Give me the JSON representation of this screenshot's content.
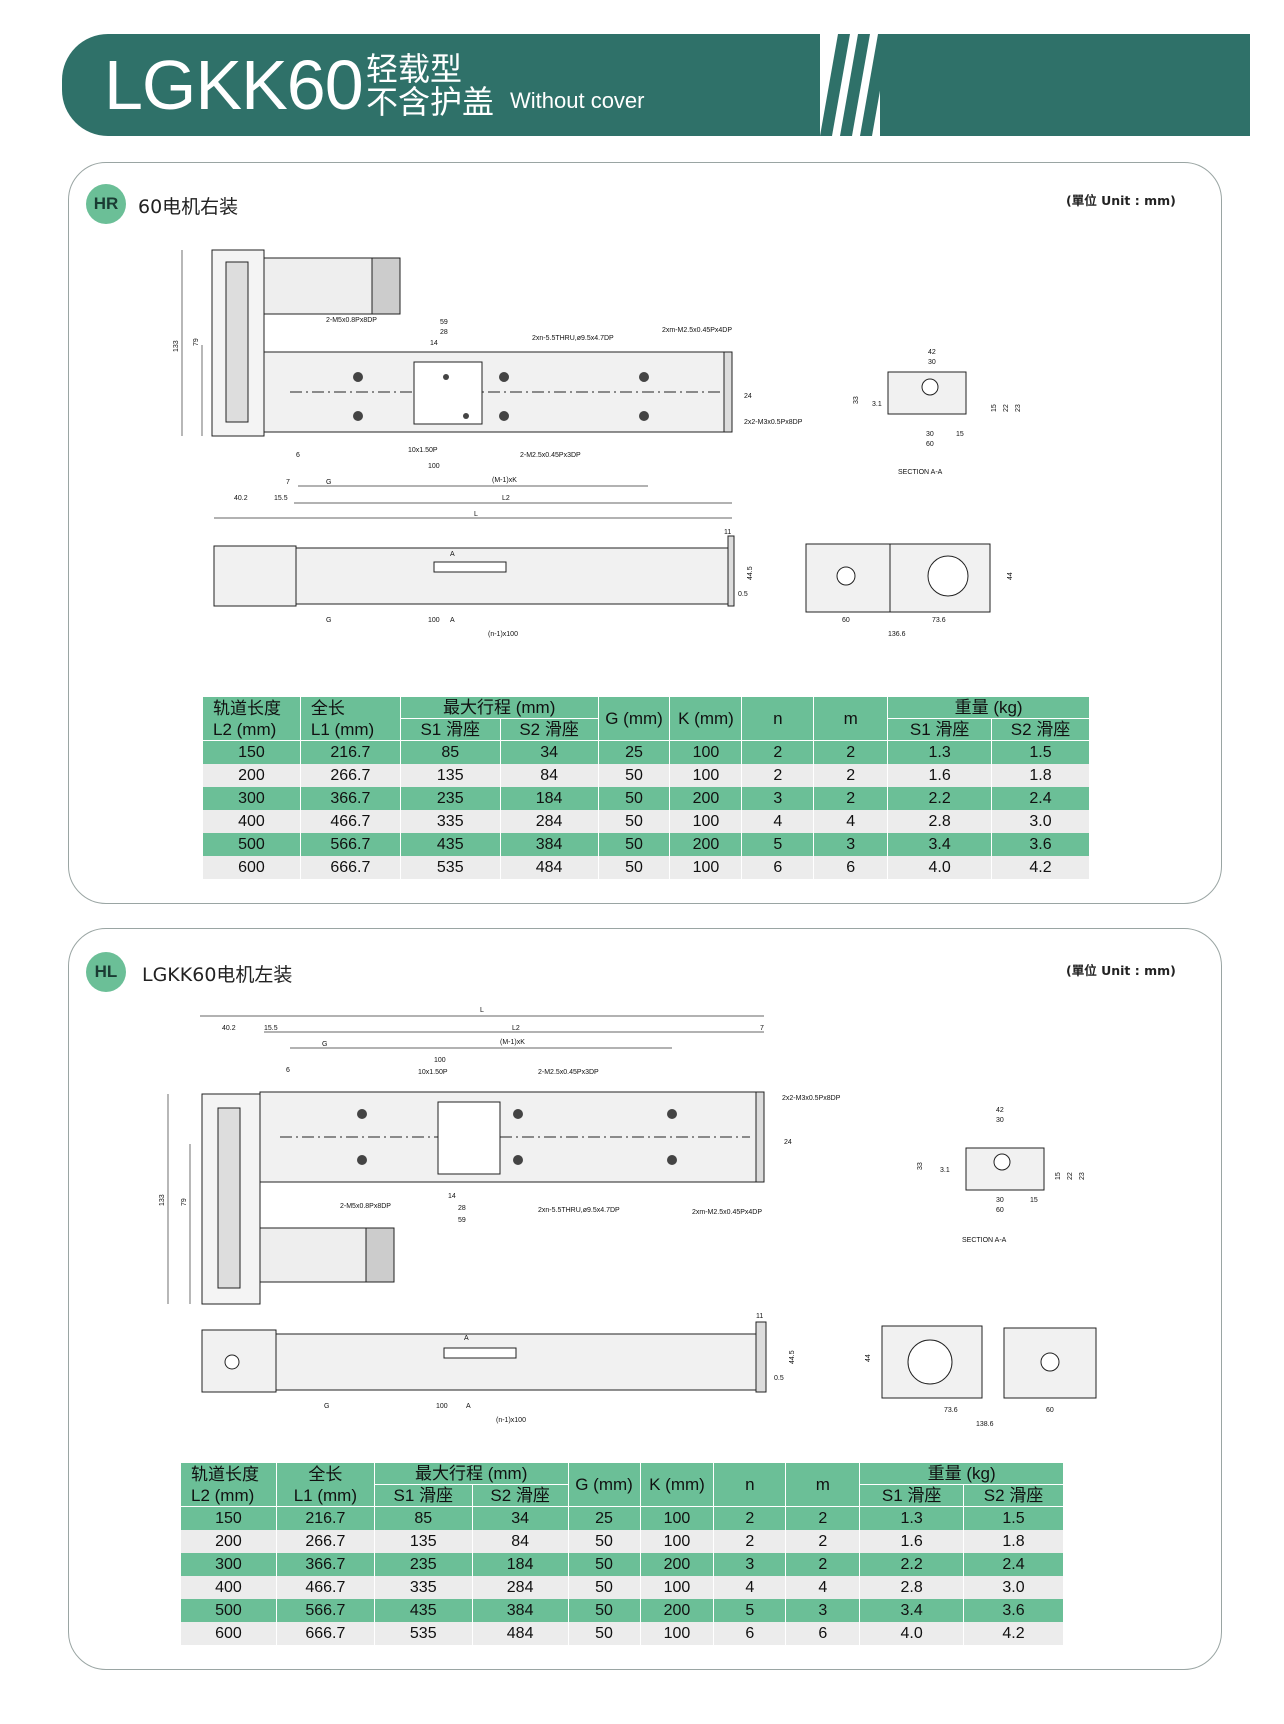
{
  "header": {
    "model": "LGKK60",
    "type_cn": "轻载型",
    "cover_cn": "不含护盖",
    "cover_en": "Without cover"
  },
  "colors": {
    "brand_dark": "#2f7169",
    "table_green": "#6bbf97",
    "row_grey": "#ececec"
  },
  "sections": [
    {
      "badge": "HR",
      "title": "60电机右装",
      "unit": "(單位 Unit : mm)",
      "drawing_labels": {
        "h133": "133",
        "h79": "79",
        "d59": "59",
        "d28": "28",
        "d14": "14",
        "m5": "2-M5x0.8Px8DP",
        "thru": "2xn-5.5THRU,ø9.5x4.7DP",
        "m25n": "2xm-M2.5x0.45Px4DP",
        "d24": "24",
        "m3": "2x2-M3x0.5Px8DP",
        "p10": "10x1.50P",
        "m25": "2-M2.5x0.45Px3DP",
        "d100": "100",
        "d6": "6",
        "d7": "7",
        "g": "G",
        "mk": "(M-1)xK",
        "d402": "40.2",
        "d155": "15.5",
        "l2": "L2",
        "l": "L",
        "d11": "11",
        "d445": "44.5",
        "d05": "0.5",
        "a": "A",
        "n100": "(n-1)x100",
        "d60": "60",
        "d736": "73.6",
        "d1366": "136.6",
        "d44": "44",
        "s42": "42",
        "s30": "30",
        "s33": "33",
        "s31": "3.1",
        "s15": "15",
        "s22": "22",
        "s23": "23",
        "s60": "60",
        "section": "SECTION A-A"
      },
      "table": {
        "h_l2": "轨道长度",
        "h_l2u": "L2 (mm)",
        "h_l1": "全长",
        "h_l1u": "L1 (mm)",
        "h_stroke": "最大行程 (mm)",
        "h_s1": "S1 滑座",
        "h_s2": "S2 滑座",
        "h_g": "G (mm)",
        "h_k": "K (mm)",
        "h_n": "n",
        "h_m": "m",
        "h_w": "重量 (kg)",
        "h_ws1": "S1 滑座",
        "h_ws2": "S2 滑座",
        "rows": [
          [
            "150",
            "216.7",
            "85",
            "34",
            "25",
            "100",
            "2",
            "2",
            "1.3",
            "1.5"
          ],
          [
            "200",
            "266.7",
            "135",
            "84",
            "50",
            "100",
            "2",
            "2",
            "1.6",
            "1.8"
          ],
          [
            "300",
            "366.7",
            "235",
            "184",
            "50",
            "200",
            "3",
            "2",
            "2.2",
            "2.4"
          ],
          [
            "400",
            "466.7",
            "335",
            "284",
            "50",
            "100",
            "4",
            "4",
            "2.8",
            "3.0"
          ],
          [
            "500",
            "566.7",
            "435",
            "384",
            "50",
            "200",
            "5",
            "3",
            "3.4",
            "3.6"
          ],
          [
            "600",
            "666.7",
            "535",
            "484",
            "50",
            "100",
            "6",
            "6",
            "4.0",
            "4.2"
          ]
        ]
      }
    },
    {
      "badge": "HL",
      "title": "LGKK60电机左装",
      "unit": "(單位 Unit : mm)",
      "drawing_labels": {
        "h133": "133",
        "h79": "79",
        "d59": "59",
        "d28": "28",
        "d14": "14",
        "m5": "2-M5x0.8Px8DP",
        "thru": "2xn-5.5THRU,ø9.5x4.7DP",
        "m25n": "2xm-M2.5x0.45Px4DP",
        "d24": "24",
        "m3": "2x2-M3x0.5Px8DP",
        "p10": "10x1.50P",
        "m25": "2-M2.5x0.45Px3DP",
        "d100": "100",
        "d6": "6",
        "d7": "7",
        "g": "G",
        "mk": "(M-1)xK",
        "d402": "40.2",
        "d155": "15.5",
        "l2": "L2",
        "l": "L",
        "d11": "11",
        "d445": "44.5",
        "d05": "0.5",
        "a": "A",
        "n100": "(n-1)x100",
        "d60": "60",
        "d736": "73.6",
        "d1366": "138.6",
        "d44": "44",
        "s42": "42",
        "s30": "30",
        "s33": "33",
        "s31": "3.1",
        "s15": "15",
        "s22": "22",
        "s23": "23",
        "s60": "60",
        "section": "SECTION A-A"
      },
      "table": {
        "h_l2": "轨道长度",
        "h_l2u": "L2 (mm)",
        "h_l1": "全长",
        "h_l1u": "L1 (mm)",
        "h_stroke": "最大行程 (mm)",
        "h_s1": "S1 滑座",
        "h_s2": "S2 滑座",
        "h_g": "G (mm)",
        "h_k": "K (mm)",
        "h_n": "n",
        "h_m": "m",
        "h_w": "重量 (kg)",
        "h_ws1": "S1 滑座",
        "h_ws2": "S2 滑座",
        "rows": [
          [
            "150",
            "216.7",
            "85",
            "34",
            "25",
            "100",
            "2",
            "2",
            "1.3",
            "1.5"
          ],
          [
            "200",
            "266.7",
            "135",
            "84",
            "50",
            "100",
            "2",
            "2",
            "1.6",
            "1.8"
          ],
          [
            "300",
            "366.7",
            "235",
            "184",
            "50",
            "200",
            "3",
            "2",
            "2.2",
            "2.4"
          ],
          [
            "400",
            "466.7",
            "335",
            "284",
            "50",
            "100",
            "4",
            "4",
            "2.8",
            "3.0"
          ],
          [
            "500",
            "566.7",
            "435",
            "384",
            "50",
            "200",
            "5",
            "3",
            "3.4",
            "3.6"
          ],
          [
            "600",
            "666.7",
            "535",
            "484",
            "50",
            "100",
            "6",
            "6",
            "4.0",
            "4.2"
          ]
        ]
      }
    }
  ]
}
